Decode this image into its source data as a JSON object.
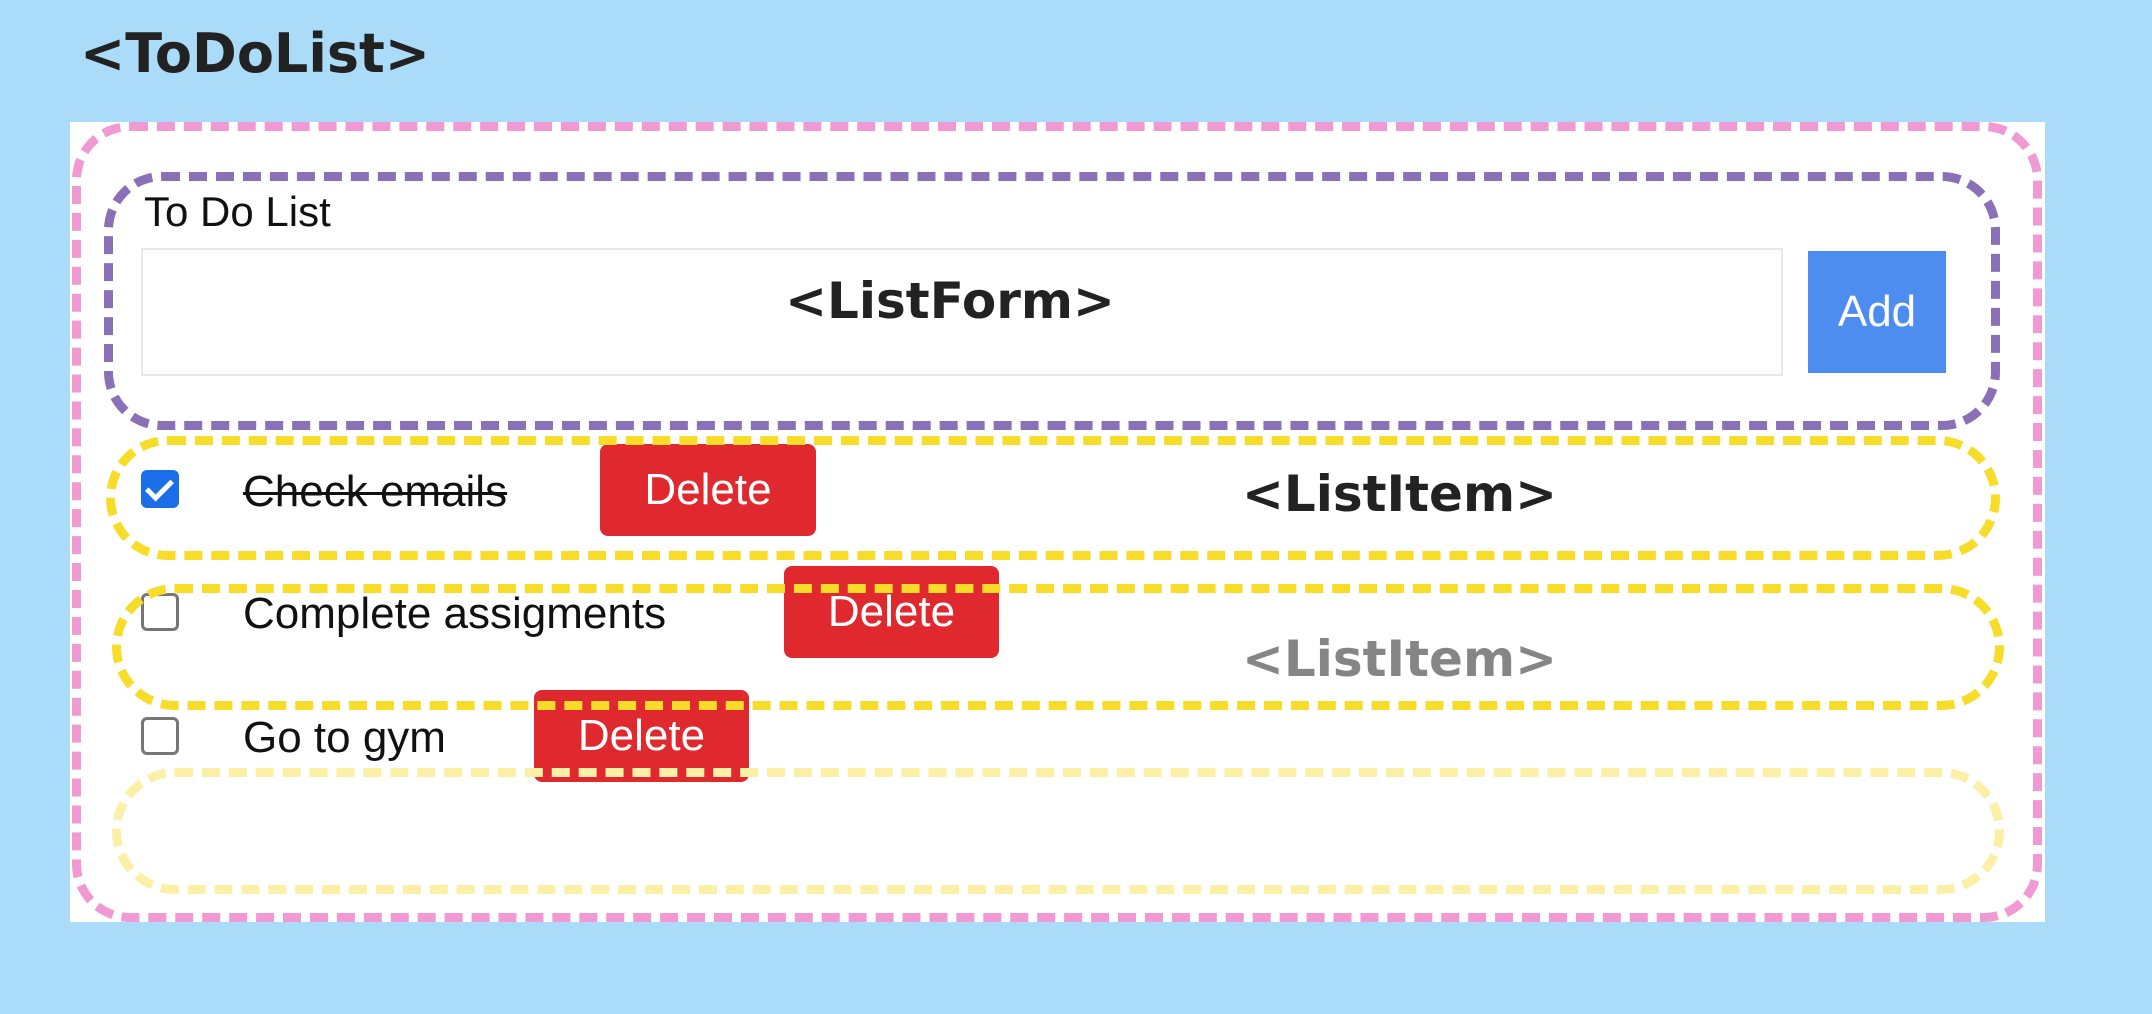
{
  "labels": {
    "todolist": "<ToDoList>",
    "listform": "<ListForm>",
    "listitem": "<ListItem>"
  },
  "form": {
    "title": "To Do List",
    "input_value": "",
    "add_label": "Add"
  },
  "items": [
    {
      "text": "Check emails",
      "checked": true,
      "delete_label": "Delete"
    },
    {
      "text": "Complete assigments",
      "checked": false,
      "delete_label": "Delete"
    },
    {
      "text": "Go to gym",
      "checked": false,
      "delete_label": "Delete"
    }
  ],
  "colors": {
    "background": "#aadcf9",
    "todolist_outline": "#f199d2",
    "listform_outline": "#8a70b7",
    "listitem_outline": "#f7dd2a",
    "add_button": "#4d8df0",
    "delete_button": "#e0292e",
    "checkbox_checked": "#1a6fe8"
  }
}
